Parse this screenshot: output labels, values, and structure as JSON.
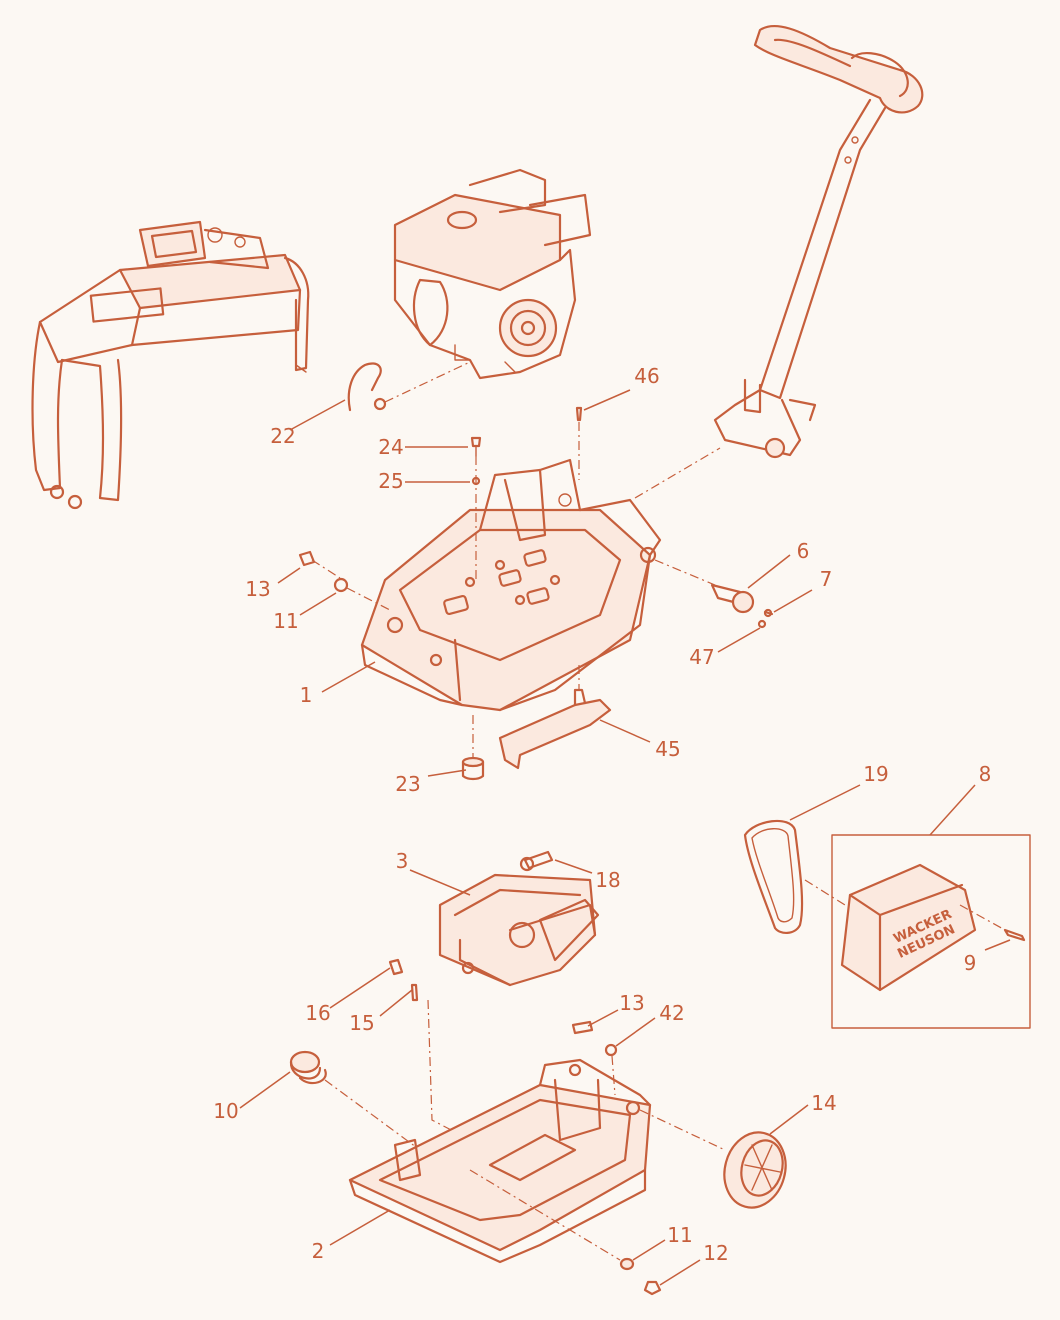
{
  "callouts": [
    {
      "id": "c1",
      "label": "1"
    },
    {
      "id": "c2",
      "label": "2"
    },
    {
      "id": "c3",
      "label": "3"
    },
    {
      "id": "c6",
      "label": "6"
    },
    {
      "id": "c7",
      "label": "7"
    },
    {
      "id": "c8",
      "label": "8"
    },
    {
      "id": "c9",
      "label": "9"
    },
    {
      "id": "c10",
      "label": "10"
    },
    {
      "id": "c11a",
      "label": "11"
    },
    {
      "id": "c11b",
      "label": "11"
    },
    {
      "id": "c12",
      "label": "12"
    },
    {
      "id": "c13a",
      "label": "13"
    },
    {
      "id": "c13b",
      "label": "13"
    },
    {
      "id": "c14",
      "label": "14"
    },
    {
      "id": "c15",
      "label": "15"
    },
    {
      "id": "c16",
      "label": "16"
    },
    {
      "id": "c18",
      "label": "18"
    },
    {
      "id": "c19",
      "label": "19"
    },
    {
      "id": "c22",
      "label": "22"
    },
    {
      "id": "c23",
      "label": "23"
    },
    {
      "id": "c24",
      "label": "24"
    },
    {
      "id": "c25",
      "label": "25"
    },
    {
      "id": "c42",
      "label": "42"
    },
    {
      "id": "c45",
      "label": "45"
    },
    {
      "id": "c46",
      "label": "46"
    },
    {
      "id": "c47",
      "label": "47"
    }
  ],
  "belt_guard_logo": {
    "line1": "WACKER",
    "line2": "NEUSON"
  },
  "colors": {
    "line": "#c65f3c",
    "background": "#fcf8f3"
  }
}
